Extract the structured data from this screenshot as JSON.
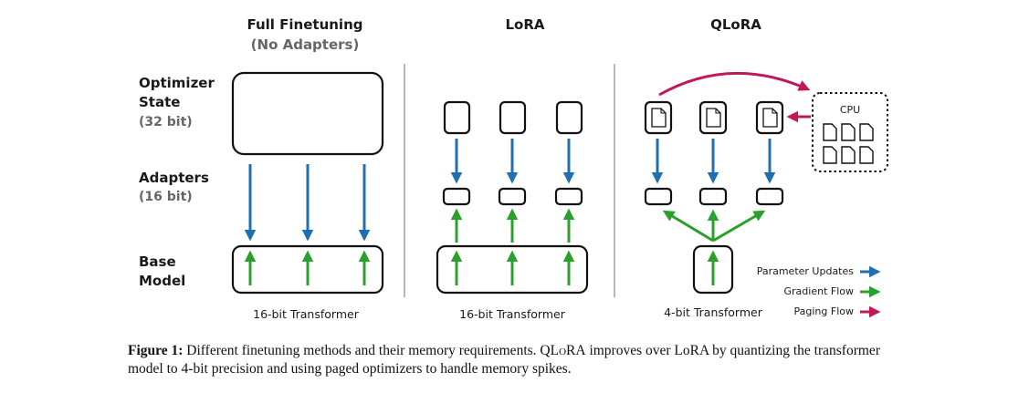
{
  "columns": {
    "full": {
      "title": "Full Finetuning",
      "subtitle": "(No Adapters)",
      "footer": "16-bit Transformer"
    },
    "lora": {
      "title": "LoRA",
      "footer": "16-bit Transformer"
    },
    "qlora": {
      "title": "QLoRA",
      "footer": "4-bit Transformer",
      "cpu_label": "CPU"
    }
  },
  "rows": {
    "optimizer": {
      "line1": "Optimizer",
      "line2": "State",
      "bits": "(32 bit)"
    },
    "adapters": {
      "line1": "Adapters",
      "bits": "(16 bit)"
    },
    "base": {
      "line1": "Base",
      "line2": "Model"
    }
  },
  "legend": [
    {
      "label": "Parameter Updates",
      "color": "#1f6fb2"
    },
    {
      "label": "Gradient Flow",
      "color": "#2ca02c"
    },
    {
      "label": "Paging Flow",
      "color": "#c2185b"
    }
  ],
  "caption": {
    "label": "Figure 1:",
    "text_a": " Different finetuning methods and their memory requirements. Q",
    "text_b": "LoRA",
    "text_c": " improves over LoRA by quantizing the transformer model to 4-bit precision and using paged optimizers to handle memory spikes."
  },
  "colors": {
    "blue": "#1f6fb2",
    "green": "#2ca02c",
    "magenta": "#c2185b"
  }
}
